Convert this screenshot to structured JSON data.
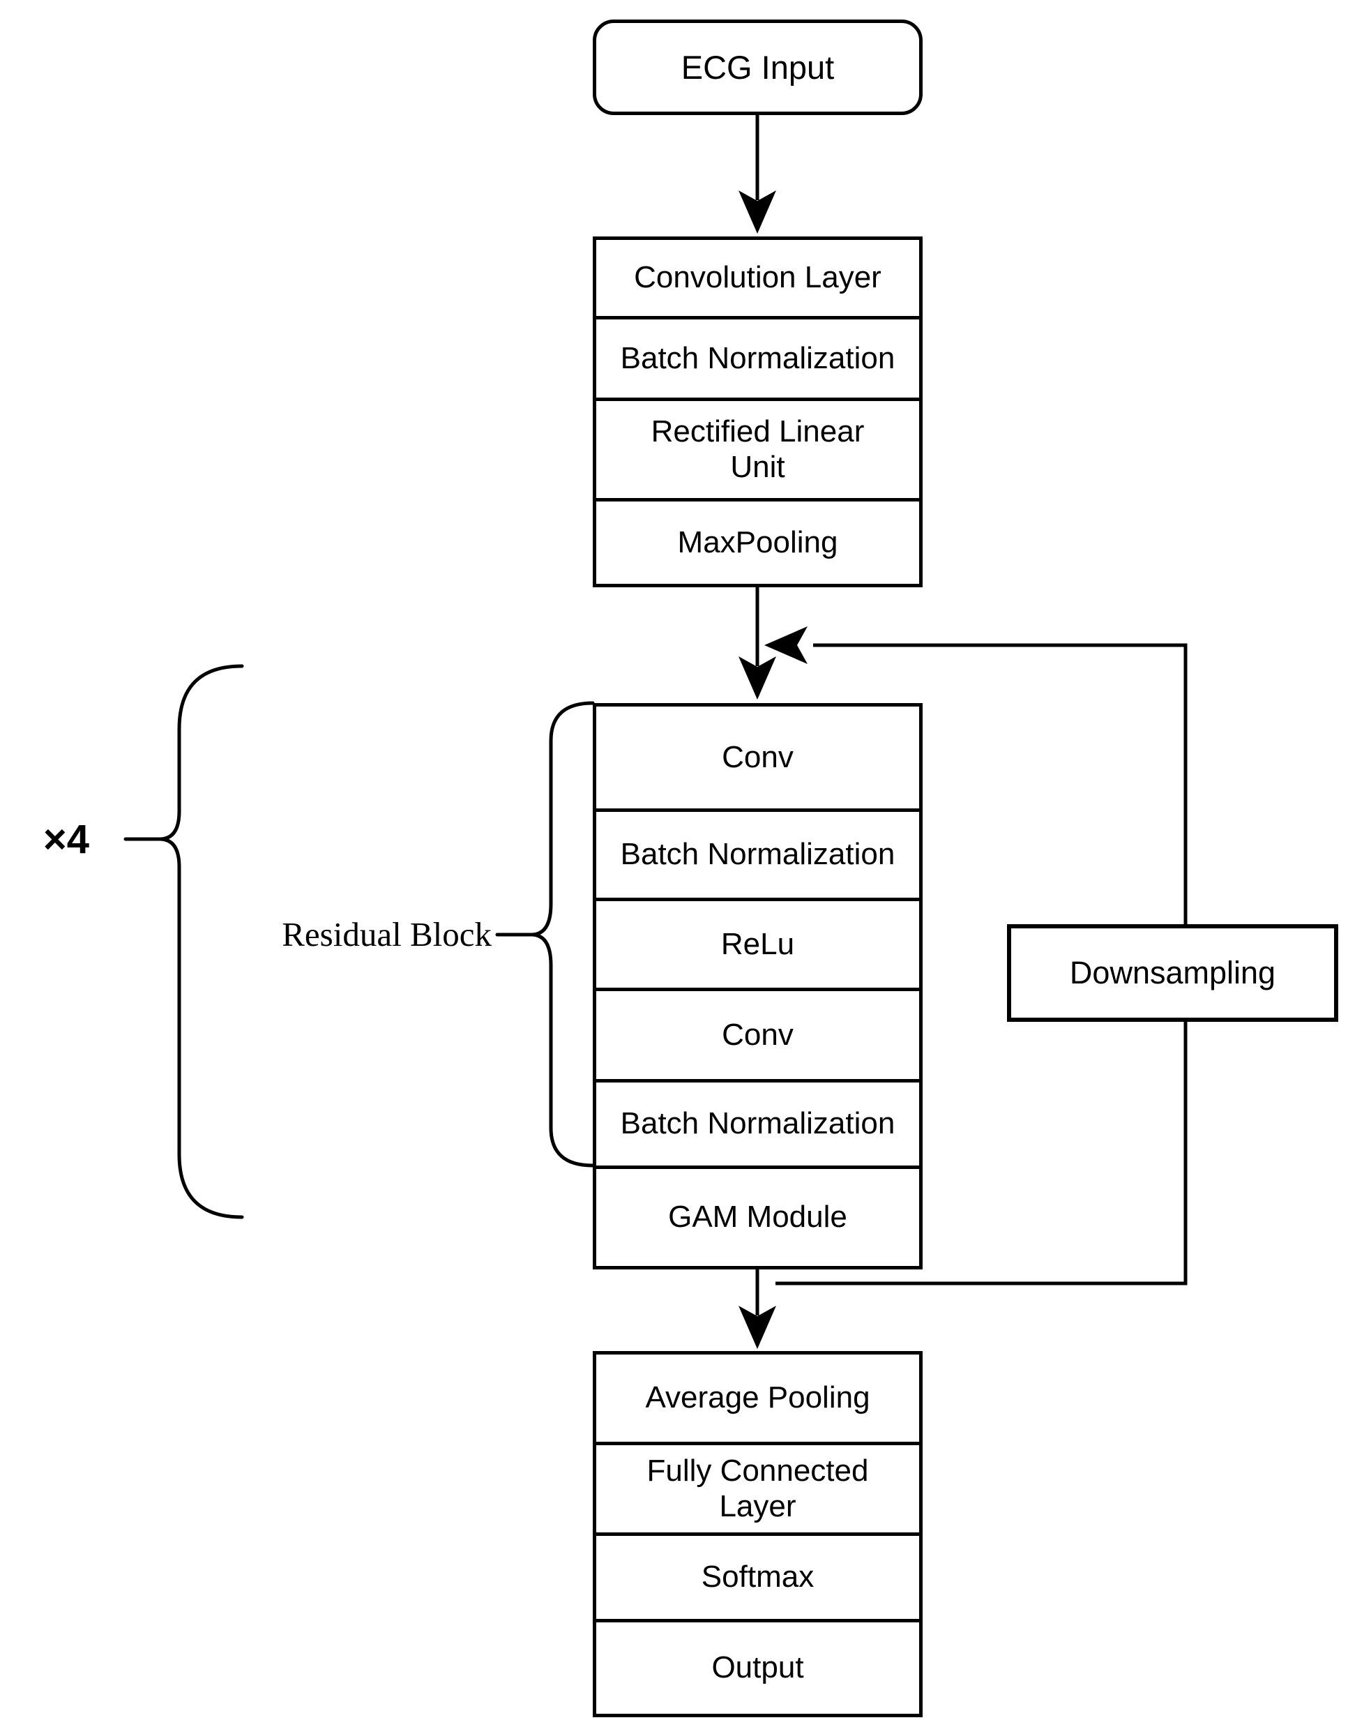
{
  "diagram": {
    "ecg_input_label": "ECG Input",
    "input_stack": {
      "rows": [
        "Convolution Layer",
        "Batch Normalization",
        "Rectified Linear\nUnit",
        "MaxPooling"
      ]
    },
    "residual_stack": {
      "rows": [
        "Conv",
        "Batch Normalization",
        "ReLu",
        "Conv",
        "Batch Normalization",
        "GAM Module"
      ]
    },
    "output_stack": {
      "rows": [
        "Average Pooling",
        "Fully Connected\nLayer",
        "Softmax",
        "Output"
      ]
    },
    "downsampling_label": "Downsampling",
    "residual_block_label": "Residual Block",
    "repeat_label": "×4",
    "colors": {
      "stroke": "#000000",
      "background": "#ffffff"
    }
  }
}
